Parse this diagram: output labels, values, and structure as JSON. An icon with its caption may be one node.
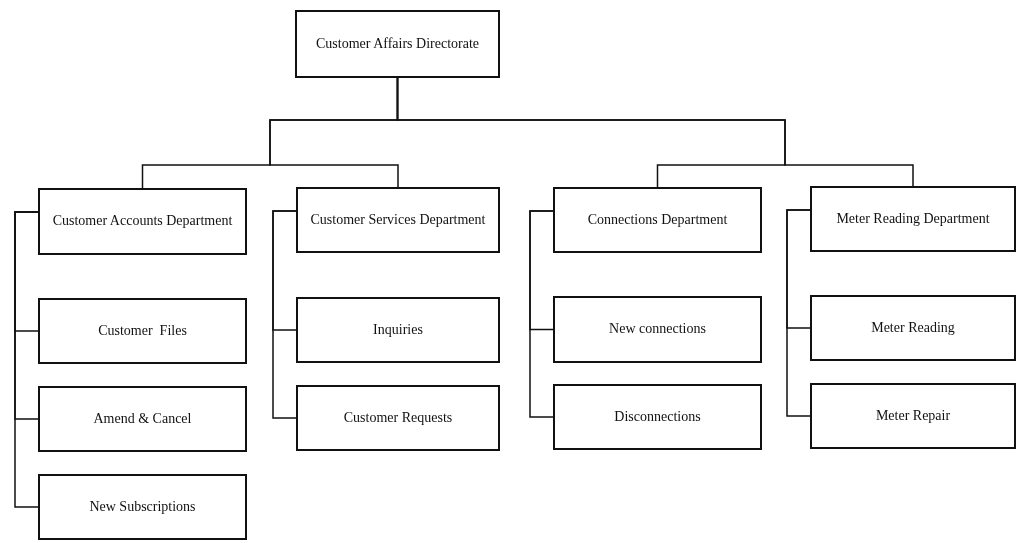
{
  "diagram": {
    "nodes": [
      {
        "text": [
          "Customer Affairs Directorate"
        ]
      },
      {
        "text": [
          "Customer Accounts Department"
        ]
      },
      {
        "text": [
          "Customer Services Department"
        ]
      },
      {
        "text": [
          "Connections Department"
        ]
      },
      {
        "text": [
          "Meter Reading Department"
        ]
      },
      {
        "text": [
          "Customer  Files"
        ]
      },
      {
        "text": [
          "Inquiries"
        ]
      },
      {
        "text": [
          "New connections"
        ]
      },
      {
        "text": [
          "Meter Reading"
        ]
      },
      {
        "text": [
          "Amend & Cancel"
        ]
      },
      {
        "text": [
          "Customer Requests"
        ]
      },
      {
        "text": [
          "Disconnections"
        ]
      },
      {
        "text": [
          "Meter Repair"
        ]
      },
      {
        "text": [
          "New Subscriptions"
        ]
      }
    ],
    "edges": [
      {
        "from": 0,
        "to": 1,
        "arrow": "none"
      },
      {
        "from": 0,
        "to": 2,
        "arrow": "none"
      },
      {
        "from": 0,
        "to": 3,
        "arrow": "none"
      },
      {
        "from": 0,
        "to": 4,
        "arrow": "none"
      },
      {
        "from": 1,
        "to": 5,
        "arrow": "none"
      },
      {
        "from": 1,
        "to": 9,
        "arrow": "none"
      },
      {
        "from": 1,
        "to": 13,
        "arrow": "none"
      },
      {
        "from": 2,
        "to": 6,
        "arrow": "none"
      },
      {
        "from": 2,
        "to": 10,
        "arrow": "none"
      },
      {
        "from": 3,
        "to": 7,
        "arrow": "none"
      },
      {
        "from": 3,
        "to": 11,
        "arrow": "none"
      },
      {
        "from": 4,
        "to": 8,
        "arrow": "none"
      },
      {
        "from": 4,
        "to": 12,
        "arrow": "none"
      }
    ]
  }
}
